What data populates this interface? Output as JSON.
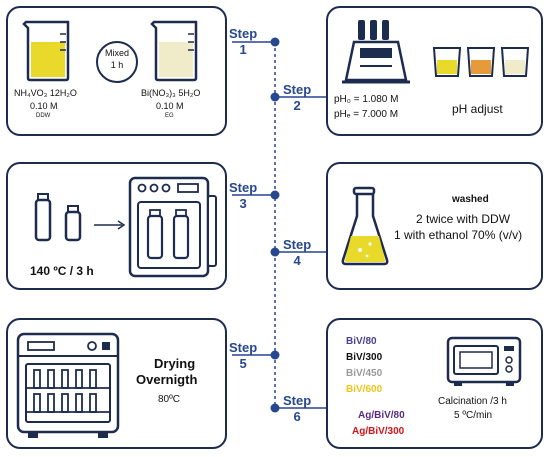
{
  "steps": [
    {
      "label": "Step",
      "num": "1"
    },
    {
      "label": "Step",
      "num": "2"
    },
    {
      "label": "Step",
      "num": "3"
    },
    {
      "label": "Step",
      "num": "4"
    },
    {
      "label": "Step",
      "num": "5"
    },
    {
      "label": "Step",
      "num": "6"
    }
  ],
  "panel1": {
    "mixed": "Mixed",
    "mixed_time": "1 h",
    "reagent1": "NH₄VO₃ 12H₂O",
    "reagent1_conc": "0.10 M",
    "reagent1_solvent": "DDW",
    "reagent2": "Bi(NO₃)₃ 5H₂O",
    "reagent2_conc": "0.10 M",
    "reagent2_solvent": "EG"
  },
  "panel2": {
    "ph0": "pH₀ = 1.080 M",
    "phf": "pHₑ = 7.000 M",
    "label": "pH adjust"
  },
  "panel3": {
    "condition": "140 ºC / 3 h"
  },
  "panel4": {
    "washed": "washed",
    "line1": "2 twice with DDW",
    "line2": "1 with ethanol 70% (v/v)"
  },
  "panel5": {
    "title1": "Drying",
    "title2": "Overnigth",
    "temp": "80ºC"
  },
  "panel6": {
    "samples": [
      {
        "name": "BiV/80",
        "color": "#4b3f8f"
      },
      {
        "name": "BiV/300",
        "color": "#111111"
      },
      {
        "name": "BiV/450",
        "color": "#9a9a9a"
      },
      {
        "name": "BiV/600",
        "color": "#f0c419"
      }
    ],
    "ag_samples": [
      {
        "name": "Ag/BiV/80",
        "color": "#5a2b86"
      },
      {
        "name": "Ag/BiV/300",
        "color": "#d4141b"
      }
    ],
    "calc1": "Calcination /3 h",
    "calc2": "5 ºC/min"
  },
  "colors": {
    "border": "#1d2b4f",
    "step": "#27478f",
    "yellow_liquid": "#e8d92a",
    "light_liquid": "#f0ebc8",
    "orange_liquid": "#e79a3a"
  }
}
